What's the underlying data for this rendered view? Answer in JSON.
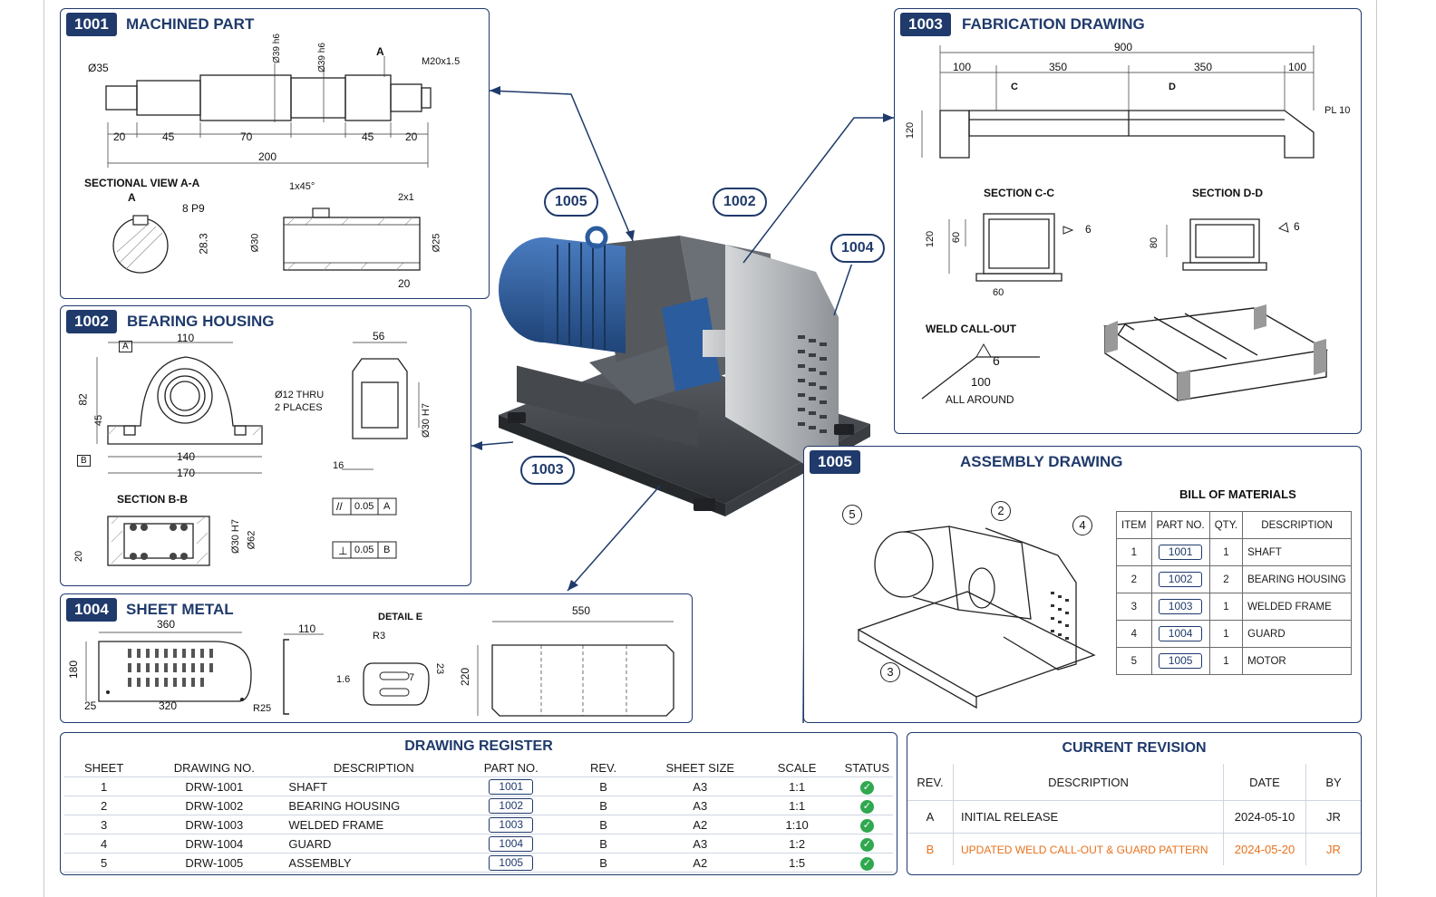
{
  "panels": {
    "p1001": {
      "tag": "1001",
      "title": "MACHINED PART",
      "section_label": "SECTIONAL VIEW A-A",
      "dims": {
        "d35": "Ø35",
        "d39h6a": "Ø39 h6",
        "d39h6b": "Ø39 h6",
        "a": "A",
        "m20": "M20x1.5",
        "l20a": "20",
        "l45a": "45",
        "l70": "70",
        "l45b": "45",
        "l20b": "20",
        "l200": "200",
        "sa": "A",
        "key": "8 P9",
        "h283": "28.3",
        "ch": "1x45°",
        "c2x1": "2x1",
        "d30": "Ø30",
        "d25": "Ø25",
        "l20c": "20"
      }
    },
    "p1002": {
      "tag": "1002",
      "title": "BEARING HOUSING",
      "section_label": "SECTION B-B",
      "dims": {
        "w110": "110",
        "a": "A",
        "h82": "82",
        "h45": "45",
        "thru": "Ø12 THRU",
        "places": "2 PLACES",
        "w140": "140",
        "w170": "170",
        "b": "B",
        "w56": "56",
        "d30h7": "Ø30 H7",
        "w16": "16",
        "h20": "20",
        "d30h7b": "Ø30 H7",
        "d62": "Ø62",
        "tol1v": "0.05",
        "tol1r": "A",
        "tol2v": "0.05",
        "tol2r": "B"
      }
    },
    "p1003": {
      "tag": "1003",
      "title": "FABRICATION DRAWING",
      "dims": {
        "l900": "900",
        "l100a": "100",
        "l350a": "350",
        "l350b": "350",
        "l100b": "100",
        "h120": "120",
        "pl10": "PL 10",
        "c": "C",
        "d": "D",
        "h120b": "120",
        "h60": "60",
        "w60": "60",
        "w6a": "6",
        "h80": "80",
        "w6b": "6"
      },
      "section_c": "SECTION C-C",
      "section_d": "SECTION D-D",
      "weld_label": "WELD CALL-OUT",
      "weld_size": "6",
      "weld_length": "100",
      "weld_around": "ALL AROUND"
    },
    "p1004": {
      "tag": "1004",
      "title": "SHEET METAL",
      "detail_label": "DETAIL E",
      "dims": {
        "w360": "360",
        "h180": "180",
        "w25": "25",
        "w320": "320",
        "r25": "R25",
        "w110": "110",
        "t16": "1.6",
        "r3": "R3",
        "w7": "7",
        "h23": "23",
        "w550": "550",
        "h220": "220"
      }
    },
    "p1005": {
      "tag": "1005",
      "title": "ASSEMBLY DRAWING",
      "bom_title": "BILL OF MATERIALS",
      "balloons": [
        "5",
        "2",
        "4",
        "3"
      ],
      "bom_headers": [
        "ITEM",
        "PART NO.",
        "QTY.",
        "DESCRIPTION"
      ],
      "bom_rows": [
        {
          "item": "1",
          "part": "1001",
          "qty": "1",
          "desc": "SHAFT"
        },
        {
          "item": "2",
          "part": "1002",
          "qty": "2",
          "desc": "BEARING HOUSING"
        },
        {
          "item": "3",
          "part": "1003",
          "qty": "1",
          "desc": "WELDED FRAME"
        },
        {
          "item": "4",
          "part": "1004",
          "qty": "1",
          "desc": "GUARD"
        },
        {
          "item": "5",
          "part": "1005",
          "qty": "1",
          "desc": "MOTOR"
        }
      ]
    }
  },
  "callouts": {
    "c1005": "1005",
    "c1002": "1002",
    "c1004": "1004",
    "c1003": "1003"
  },
  "register": {
    "title": "DRAWING REGISTER",
    "headers": [
      "SHEET",
      "DRAWING NO.",
      "DESCRIPTION",
      "PART NO.",
      "REV.",
      "SHEET SIZE",
      "SCALE",
      "STATUS"
    ],
    "rows": [
      {
        "sheet": "1",
        "drawing": "DRW-1001",
        "desc": "SHAFT",
        "part": "1001",
        "rev": "B",
        "size": "A3",
        "scale": "1:1"
      },
      {
        "sheet": "2",
        "drawing": "DRW-1002",
        "desc": "BEARING HOUSING",
        "part": "1002",
        "rev": "B",
        "size": "A3",
        "scale": "1:1"
      },
      {
        "sheet": "3",
        "drawing": "DRW-1003",
        "desc": "WELDED FRAME",
        "part": "1003",
        "rev": "B",
        "size": "A2",
        "scale": "1:10"
      },
      {
        "sheet": "4",
        "drawing": "DRW-1004",
        "desc": "GUARD",
        "part": "1004",
        "rev": "B",
        "size": "A3",
        "scale": "1:2"
      },
      {
        "sheet": "5",
        "drawing": "DRW-1005",
        "desc": "ASSEMBLY",
        "part": "1005",
        "rev": "B",
        "size": "A2",
        "scale": "1:5"
      }
    ],
    "status_icon": "check-circle-icon"
  },
  "revision": {
    "title": "CURRENT REVISION",
    "headers": [
      "REV.",
      "DESCRIPTION",
      "DATE",
      "BY"
    ],
    "rows": [
      {
        "rev": "A",
        "desc": "INITIAL RELEASE",
        "date": "2024-05-10",
        "by": "JR"
      },
      {
        "rev": "B",
        "desc": "UPDATED WELD CALL-OUT & GUARD PATTERN",
        "date": "2024-05-20",
        "by": "JR"
      }
    ]
  },
  "colors": {
    "navy": "#1f3a6b",
    "motor_blue": "#2b5c9e",
    "highlight_orange": "#e8711c",
    "status_green": "#2fa84f"
  }
}
